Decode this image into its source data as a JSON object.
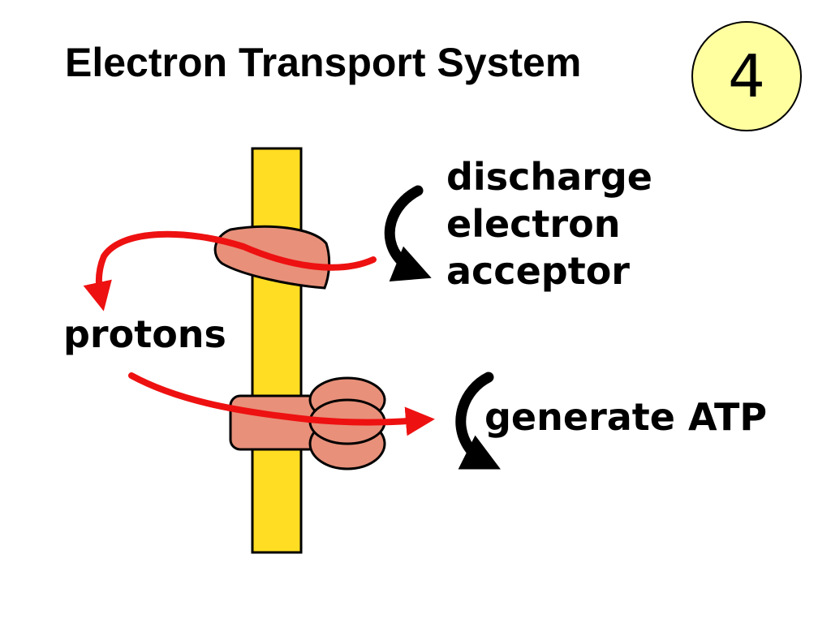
{
  "title": "Electron Transport System",
  "step_number": "4",
  "labels": {
    "discharge_line1": "discharge",
    "discharge_line2": "electron",
    "discharge_line3": "acceptor",
    "protons": "protons",
    "generate_atp": "generate ATP"
  },
  "colors": {
    "membrane": "#FFDD22",
    "protein": "#E8907A",
    "proton_arrow": "#EE1111",
    "cycle_arrow": "#000000",
    "badge": "#FFFFA0"
  }
}
